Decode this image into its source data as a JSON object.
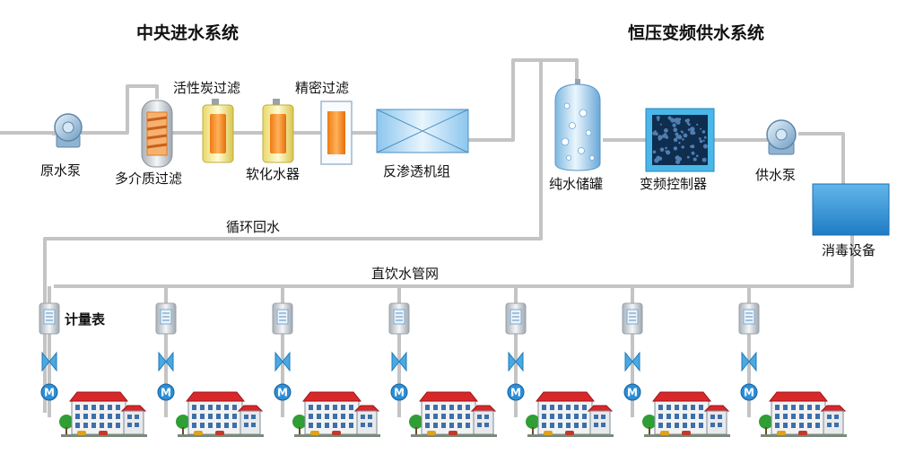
{
  "titles": {
    "left": "中央进水系统",
    "right": "恒压变频供水系统"
  },
  "labels": {
    "raw_pump": "原水泵",
    "multimedia_filter": "多介质过滤",
    "carbon_filter": "活性炭过滤",
    "softener": "软化水器",
    "precision_filter": "精密过滤",
    "ro_unit": "反渗透机组",
    "pure_tank": "纯水储罐",
    "vfd_controller": "变频控制器",
    "supply_pump": "供水泵",
    "disinfection": "消毒设备",
    "return_water": "循环回水",
    "drinking_network": "直饮水管网",
    "meter": "计量表"
  },
  "branch_meter_glyph": "M",
  "colors": {
    "pipe": "#c8c8c8",
    "water_blue": "#3f9fdc",
    "roof_red": "#d8282a",
    "filter_orange": "#f08a1e"
  }
}
